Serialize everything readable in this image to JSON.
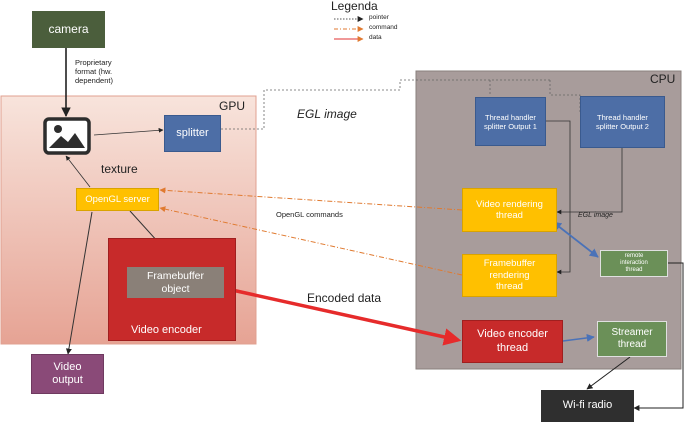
{
  "legend": {
    "title": "Legenda",
    "items": [
      {
        "label": "pointer",
        "color": "#555555",
        "style": "dotted"
      },
      {
        "label": "command",
        "color": "#e07a30",
        "style": "dash-dot"
      },
      {
        "label": "data",
        "color": "#e03030",
        "style": "solid"
      }
    ]
  },
  "regions": {
    "gpu": "GPU",
    "cpu": "CPU"
  },
  "nodes": {
    "camera": "camera",
    "splitter": "splitter",
    "opengl_server": "OpenGL server",
    "framebuffer_object": "Framebuffer\nobject",
    "video_encoder": "Video encoder",
    "video_output": "Video\noutput",
    "thread_handler_1": "Thread handler\nsplitter Output 1",
    "thread_handler_2": "Thread handler\nsplitter Output 2",
    "video_rendering_thread": "Video rendering\nthread",
    "framebuffer_rendering_thread": "Framebuffer\nrendering\nthread",
    "remote_interaction_thread": "remote\ninteraction\nthread",
    "video_encoder_thread": "Video encoder\nthread",
    "streamer_thread": "Streamer\nthread",
    "wifi_radio": "Wi-fi radio"
  },
  "annotations": {
    "proprietary_format": "Proprietary\nformat (hw.\ndependent)",
    "texture": "texture",
    "egl_image_large": "EGL image",
    "egl_image_small": "EGL image",
    "opengl_commands": "OpenGL commands",
    "encoded_data": "Encoded data"
  },
  "icons": {
    "image": "image-icon"
  },
  "colors": {
    "gpu_region_top": "#f8e4dc",
    "gpu_region_bottom": "#e6a394",
    "cpu_region": "#a89c9b",
    "camera": "#4b5e3c",
    "blue_node": "#4d6ea6",
    "yellow_node": "#ffc000",
    "red_node": "#c72a2a",
    "green_node": "#6b9058",
    "grey_node": "#8a8078",
    "purple_node": "#8a4a78",
    "dark_node": "#2f2f2f",
    "command_line": "#e07a30",
    "data_line": "#e62b2b",
    "link_blue": "#4a72b8"
  }
}
